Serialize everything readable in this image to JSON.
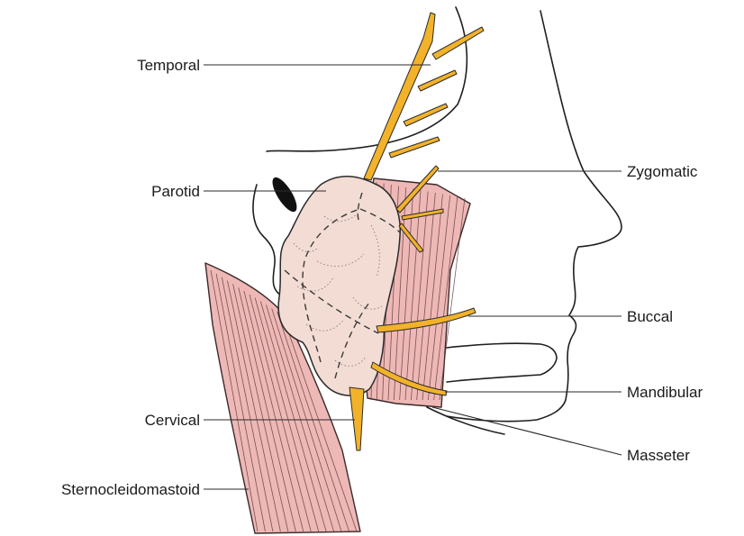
{
  "colors": {
    "muscle": "#eeb8b6",
    "parotid": "#f3dcd4",
    "nerve": "#f2b22a",
    "outline": "#1f1f1f"
  },
  "labels": {
    "temporal": "Temporal",
    "parotid": "Parotid",
    "zygomatic": "Zygomatic",
    "buccal": "Buccal",
    "cervical": "Cervical",
    "mandibular": "Mandibular",
    "masseter": "Masseter",
    "sternocleidomastoid": "Sternocleidomastoid"
  }
}
